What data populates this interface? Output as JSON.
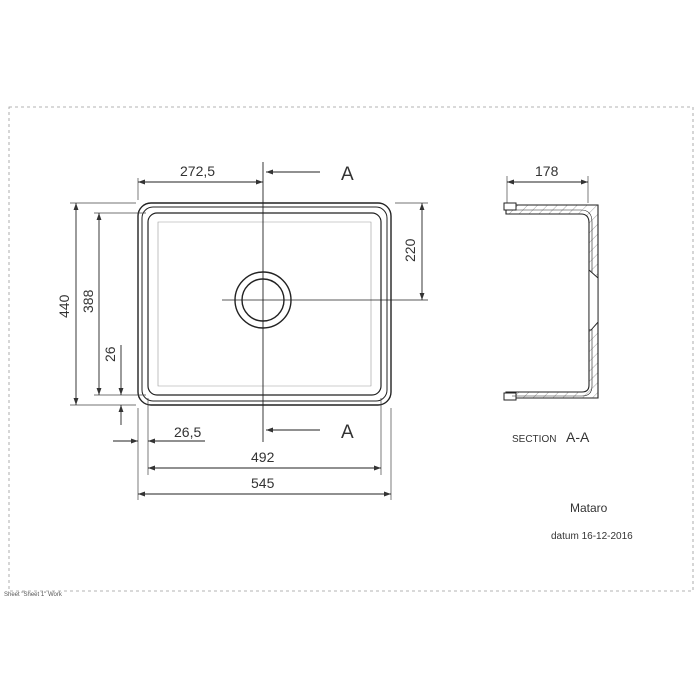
{
  "drawing": {
    "top_view": {
      "dim_half_width": "272,5",
      "dim_depth_220": "220",
      "dim_outer_height": "440",
      "dim_inner_height": "388",
      "dim_offset_26": "26",
      "dim_offset_26_5": "26,5",
      "dim_inner_width": "492",
      "dim_outer_width": "545",
      "section_marker": "A"
    },
    "section_view": {
      "dim_depth": "178",
      "label_prefix": "SECTION",
      "label_id": "A-A"
    },
    "title_block": {
      "product_name": "Mataro",
      "date_text": "datum 16-12-2016"
    },
    "footer": {
      "sheet_text": "Sheet \"Sheet 1\" Work"
    }
  }
}
